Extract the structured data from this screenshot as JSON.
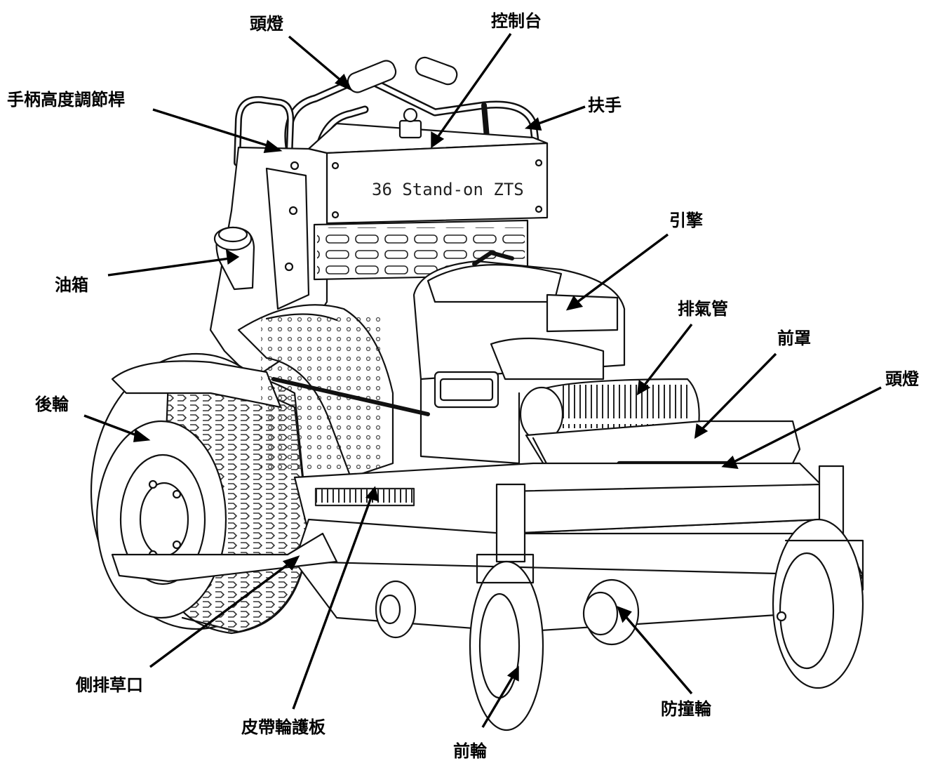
{
  "labels": {
    "headlight_top": "頭燈",
    "console": "控制台",
    "handle_height_lever": "手柄高度調節桿",
    "handrail": "扶手",
    "engine": "引擎",
    "fuel_tank": "油箱",
    "exhaust": "排氣管",
    "front_cover": "前罩",
    "headlight_front": "頭燈",
    "rear_wheel": "後輪",
    "side_discharge": "側排草口",
    "belt_guard": "皮帶輪護板",
    "front_wheel": "前輪",
    "bumper_wheel": "防撞輪"
  },
  "plate": {
    "text": "36 Stand-on ZTS"
  },
  "colors": {
    "ink": "#000000",
    "paper": "#ffffff",
    "tread": "#333333"
  }
}
